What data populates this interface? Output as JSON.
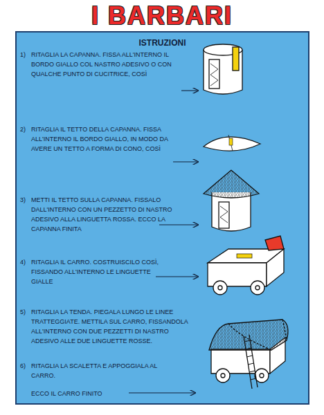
{
  "diagram": {
    "title": "I BARBARI",
    "nodes": [
      {
        "text": [
          "ISTRUZIONI"
        ]
      }
    ],
    "labels": [
      "1)",
      "RITAGLIA LA CAPANNA. FISSA ALL'INTERNO IL BORDO GIALLO COL NASTRO ADESIVO O CON QUALCHE PUNTO DI CUCITRICE, COSÌ",
      "2)",
      "RITAGLIA IL TETTO DELLA CAPANNA. FISSA ALL'INTERNO IL BORDO GIALLO, IN MODO DA AVERE UN TETTO A FORMA DI CONO, COSÌ",
      "3)",
      "METTI IL TETTO SULLA CAPANNA. FISSALO DALL'INTERNO CON UN PEZZETTO DI NASTRO ADESIVO ALLA LINGUETTA ROSSA. ECCO LA CAPANNA FINITA",
      "4)",
      "RITAGLIA IL CARRO. COSTRUISCILO COSÌ, FISSANDO ALL'INTERNO LE LINGUETTE GIALLE",
      "5)",
      "RITAGLIA LA TENDA. PIEGALA LUNGO LE LINEE TRATTEGGIATE. METTILA SUL CARRO, FISSANDOLA ALL'INTERNO CON DUE PEZZETTI DI NASTRO ADESIVO ALLE DUE LINGUETTE ROSSE.",
      "6)",
      "RITAGLIA LA SCALETTA E APPOGGIALA AL CARRO.",
      "ECCO IL CARRO FINITO"
    ]
  }
}
